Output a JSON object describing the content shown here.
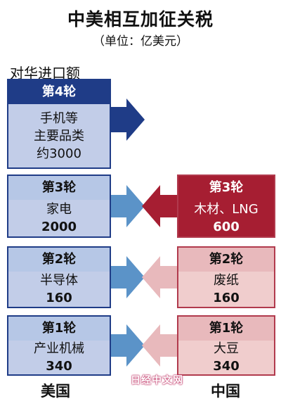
{
  "title": "中美相互加征关税",
  "subtitle": "（单位：亿美元）",
  "us_header": "对华进口额",
  "us_label": "美国",
  "cn_label": "中国",
  "watermark": "日经中文网",
  "rounds": [
    {
      "us": {
        "round": "第4轮",
        "lines": [
          "手机等",
          "主要品类",
          "约3000"
        ]
      },
      "cn": null
    },
    {
      "us": {
        "round": "第3轮",
        "lines": [
          "家电",
          "2000"
        ]
      },
      "cn": {
        "round": "第3轮",
        "lines": [
          "木材、LNG",
          "600"
        ]
      }
    },
    {
      "us": {
        "round": "第2轮",
        "lines": [
          "半导体",
          "160"
        ]
      },
      "cn": {
        "round": "第2轮",
        "lines": [
          "废纸",
          "160"
        ]
      }
    },
    {
      "us": {
        "round": "第1轮",
        "lines": [
          "产业机械",
          "340"
        ]
      },
      "cn": {
        "round": "第1轮",
        "lines": [
          "大豆",
          "340"
        ]
      }
    }
  ],
  "colors": {
    "us_dark": "#1f3c87",
    "us_light": "#c2cde8",
    "us_arrow": "#5b93c8",
    "cn_dark": "#a61e32",
    "cn_light": "#f0cdcd",
    "cn_arrow": "#e8b9bc"
  }
}
